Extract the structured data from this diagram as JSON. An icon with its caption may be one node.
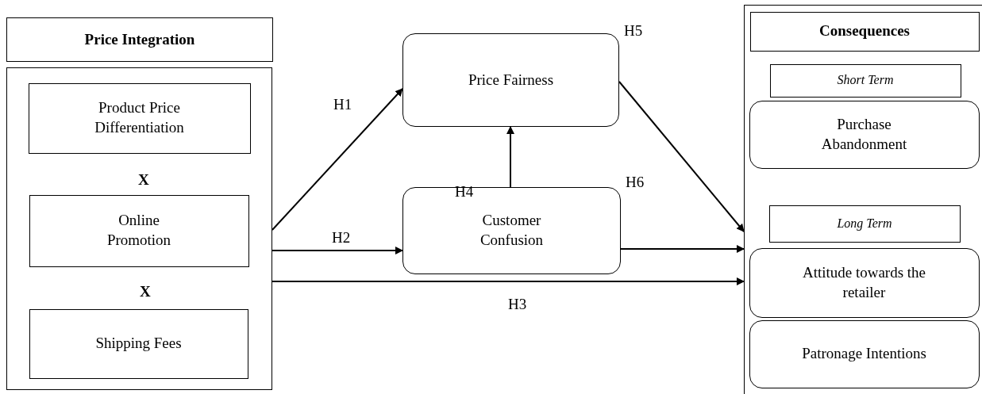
{
  "diagram": {
    "nodes": [
      {
        "text": [
          "Price Integration"
        ]
      },
      {
        "text": [],
        "shape": "box"
      },
      {
        "text": [
          "Product Price Differentiation"
        ],
        "in": 1
      },
      {
        "text": [
          "Online Promotion"
        ],
        "in": 1
      },
      {
        "text": [
          "Shipping Fees"
        ],
        "in": 1
      },
      {
        "text": [
          "Price Fairness"
        ]
      },
      {
        "text": [
          "Customer Confusion"
        ]
      },
      {
        "text": [],
        "shape": "box"
      },
      {
        "text": [
          "Consequences"
        ],
        "in": 7
      },
      {
        "text": [
          "Short Term"
        ],
        "in": 7
      },
      {
        "text": [
          "Purchase Abandonment"
        ],
        "in": 7
      },
      {
        "text": [
          "Long Term"
        ],
        "in": 7
      },
      {
        "text": [
          "Attitude towards the retailer"
        ],
        "in": 7
      },
      {
        "text": [
          "Patronage Intentions"
        ],
        "in": 7
      }
    ],
    "edges": [
      {
        "from": 1,
        "to": 5,
        "arrow": "to"
      },
      {
        "from": 1,
        "to": 6,
        "arrow": "to"
      },
      {
        "from": 1,
        "to": 7,
        "arrow": "to"
      },
      {
        "from": 6,
        "to": 5,
        "arrow": "to"
      },
      {
        "from": 5,
        "to": 7,
        "arrow": "to"
      },
      {
        "from": 6,
        "to": 7,
        "arrow": "to"
      }
    ],
    "labels": [
      "X",
      "X",
      "H1",
      "H2",
      "H3",
      "H4",
      "H5",
      "H6"
    ]
  }
}
